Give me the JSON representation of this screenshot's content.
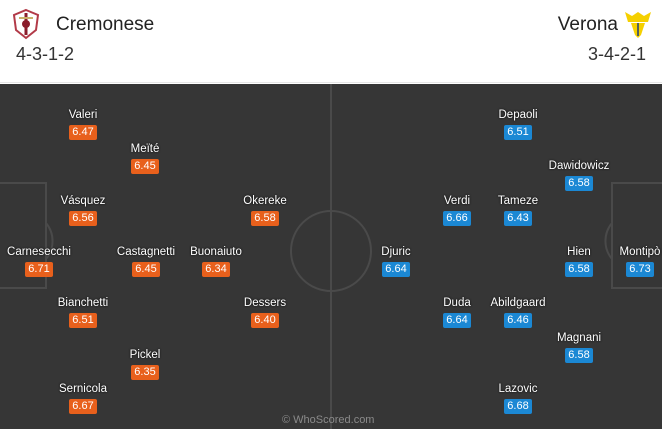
{
  "home": {
    "name": "Cremonese",
    "formation": "4-3-1-2",
    "color": "#e8601c",
    "logo_icon": "cremonese-crest-icon",
    "players": [
      {
        "name": "Valeri",
        "rating": "6.47"
      },
      {
        "name": "Meïté",
        "rating": "6.45"
      },
      {
        "name": "Vásquez",
        "rating": "6.56"
      },
      {
        "name": "Okereke",
        "rating": "6.58"
      },
      {
        "name": "Carnesecchi",
        "rating": "6.71"
      },
      {
        "name": "Castagnetti",
        "rating": "6.45"
      },
      {
        "name": "Buonaiuto",
        "rating": "6.34"
      },
      {
        "name": "Bianchetti",
        "rating": "6.51"
      },
      {
        "name": "Dessers",
        "rating": "6.40"
      },
      {
        "name": "Pickel",
        "rating": "6.35"
      },
      {
        "name": "Sernicola",
        "rating": "6.67"
      }
    ]
  },
  "away": {
    "name": "Verona",
    "formation": "3-4-2-1",
    "color": "#1b88d4",
    "logo_icon": "verona-crest-icon",
    "players": [
      {
        "name": "Depaoli",
        "rating": "6.51"
      },
      {
        "name": "Dawidowicz",
        "rating": "6.58"
      },
      {
        "name": "Verdi",
        "rating": "6.66"
      },
      {
        "name": "Tameze",
        "rating": "6.43"
      },
      {
        "name": "Djuric",
        "rating": "6.64"
      },
      {
        "name": "Hien",
        "rating": "6.58"
      },
      {
        "name": "Montipò",
        "rating": "6.73"
      },
      {
        "name": "Duda",
        "rating": "6.64"
      },
      {
        "name": "Abildgaard",
        "rating": "6.46"
      },
      {
        "name": "Magnani",
        "rating": "6.58"
      },
      {
        "name": "Lazovic",
        "rating": "6.68"
      }
    ]
  },
  "watermark": "© WhoScored.com",
  "pitch_color": "#363636"
}
